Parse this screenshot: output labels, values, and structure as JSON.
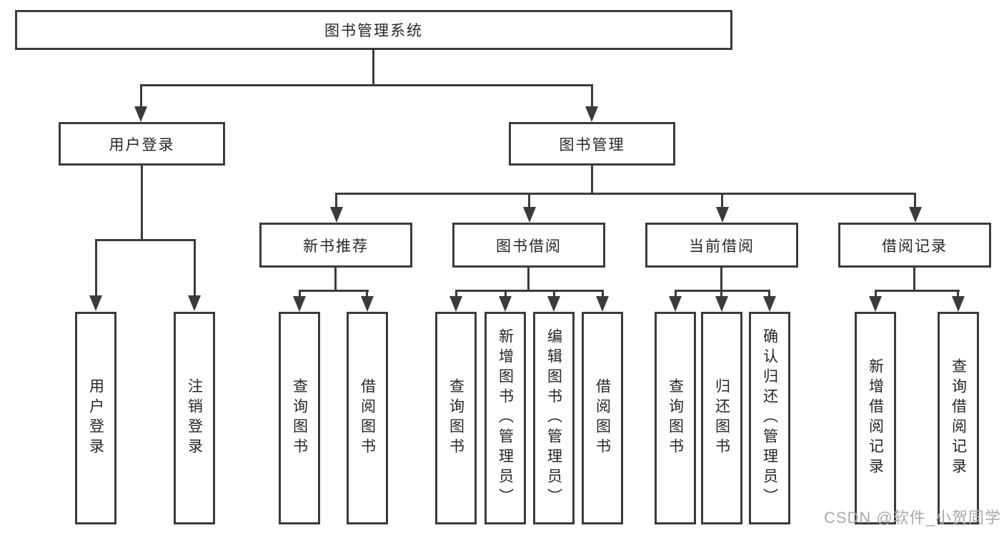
{
  "diagram": {
    "root": "图书管理系统",
    "level2": {
      "login": "用户登录",
      "manage": "图书管理"
    },
    "login_children": [
      "用户登录",
      "注销登录"
    ],
    "groups": [
      {
        "label": "新书推荐",
        "children": [
          "查询图书",
          "借阅图书"
        ]
      },
      {
        "label": "图书借阅",
        "children": [
          "查询图书",
          "新增图书（管理员）",
          "编辑图书（管理员）",
          "借阅图书"
        ]
      },
      {
        "label": "当前借阅",
        "children": [
          "查询图书",
          "归还图书",
          "确认归还（管理员）"
        ]
      },
      {
        "label": "借阅记录",
        "children": [
          "新增借阅记录",
          "查询借阅记录"
        ]
      }
    ]
  },
  "watermark": "CSDN @软件_小贺同学",
  "colors": {
    "line": "#3b3b3b",
    "text": "#262626",
    "watermark": "#a9a9a9",
    "background": "#ffffff"
  }
}
